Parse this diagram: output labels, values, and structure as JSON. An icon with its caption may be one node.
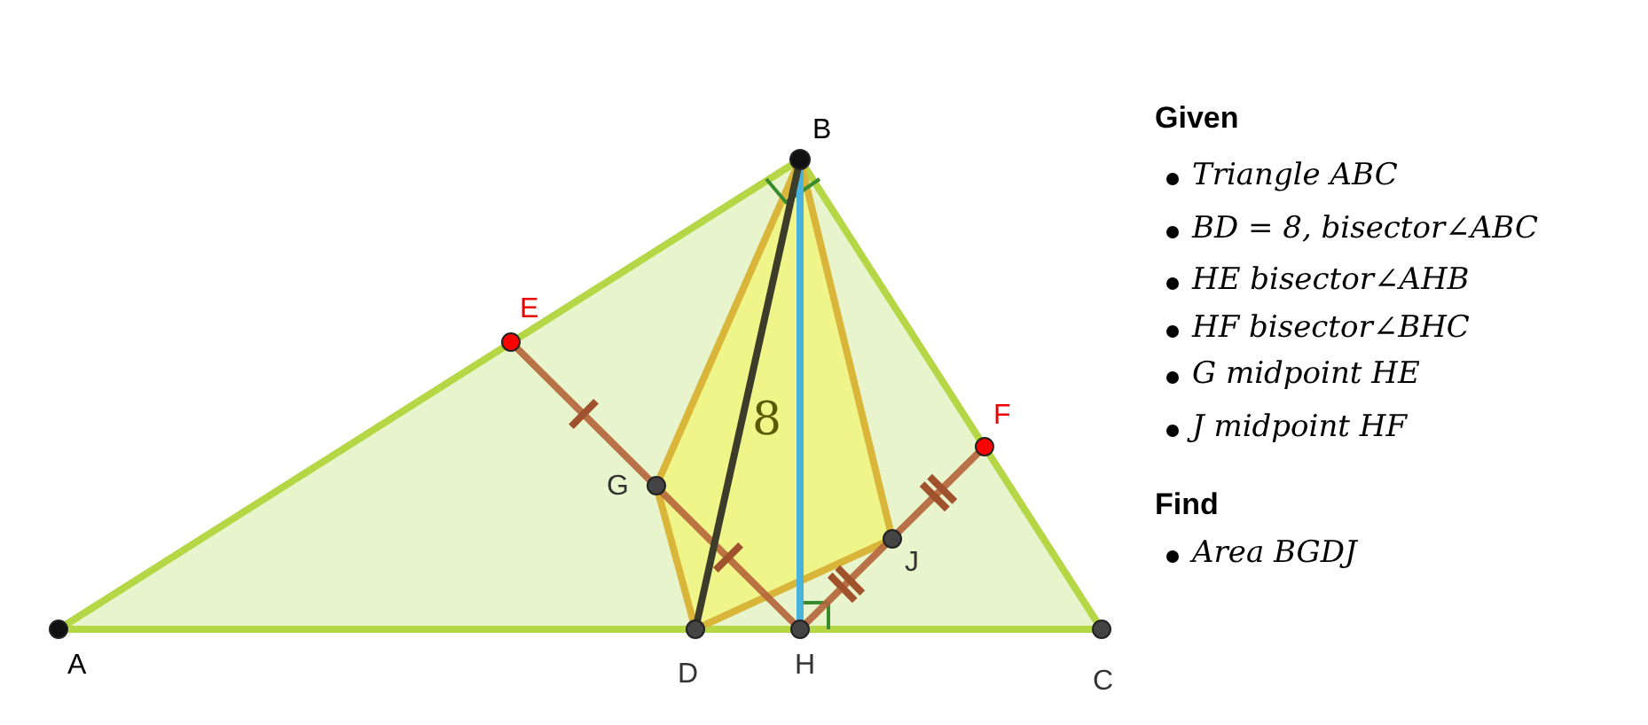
{
  "diagram": {
    "labels": [
      "B",
      "E",
      "F",
      "G",
      "J",
      "A",
      "D",
      "H",
      "C",
      "8",
      "Given",
      "Triangle ABC",
      "BD = 8, bisector∠ABC",
      "HE bisector∠AHB",
      "HF bisector∠BHC",
      "G midpoint HE",
      "J midpoint HF",
      "Find",
      "Area BGDJ"
    ]
  }
}
